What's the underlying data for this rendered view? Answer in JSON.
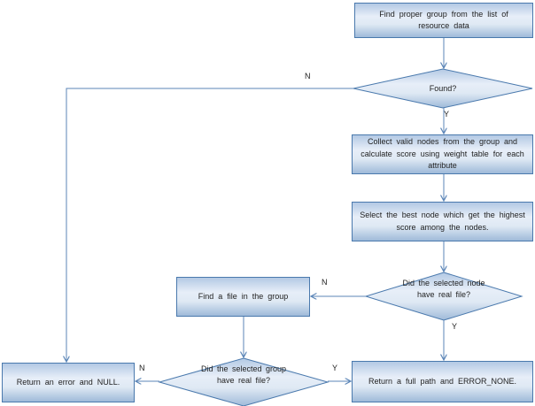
{
  "diagram": {
    "type": "flowchart",
    "nodes": {
      "find_group": {
        "shape": "process",
        "label": "Find proper group from the list of resource data"
      },
      "found": {
        "shape": "decision",
        "label": "Found?"
      },
      "collect_nodes": {
        "shape": "process",
        "label": "Collect valid nodes from the group and calculate score using weight table for each attribute"
      },
      "select_best": {
        "shape": "process",
        "label": "Select the best node which get the highest score among the nodes."
      },
      "node_has_file": {
        "shape": "decision",
        "label": "Did the selected node have real file?"
      },
      "find_file": {
        "shape": "process",
        "label": "Find a file in the group"
      },
      "group_has_file": {
        "shape": "decision",
        "label": "Did the selected group have real file?"
      },
      "return_error": {
        "shape": "process",
        "label": "Return an error and NULL."
      },
      "return_path": {
        "shape": "process",
        "label": "Return a full path and ERROR_NONE."
      }
    },
    "edge_labels": {
      "found_no": "N",
      "found_yes": "Y",
      "node_no": "N",
      "node_yes": "Y",
      "group_no": "N",
      "group_yes": "Y"
    },
    "edges": [
      "find_group -> found",
      "found -N-> return_error",
      "found -Y-> collect_nodes",
      "collect_nodes -> select_best",
      "select_best -> node_has_file",
      "node_has_file -N-> find_file",
      "node_has_file -Y-> return_path",
      "find_file -> group_has_file",
      "group_has_file -N-> return_error",
      "group_has_file -Y-> return_path"
    ],
    "colors": {
      "shape_border": "#4a79ad",
      "connector": "#5b85b7",
      "fill_top": "#b3c9e4",
      "fill_light": "#e7eef8",
      "fill_bottom": "#9fbad9",
      "text": "#1f1f1f",
      "background": "#ffffff"
    }
  }
}
